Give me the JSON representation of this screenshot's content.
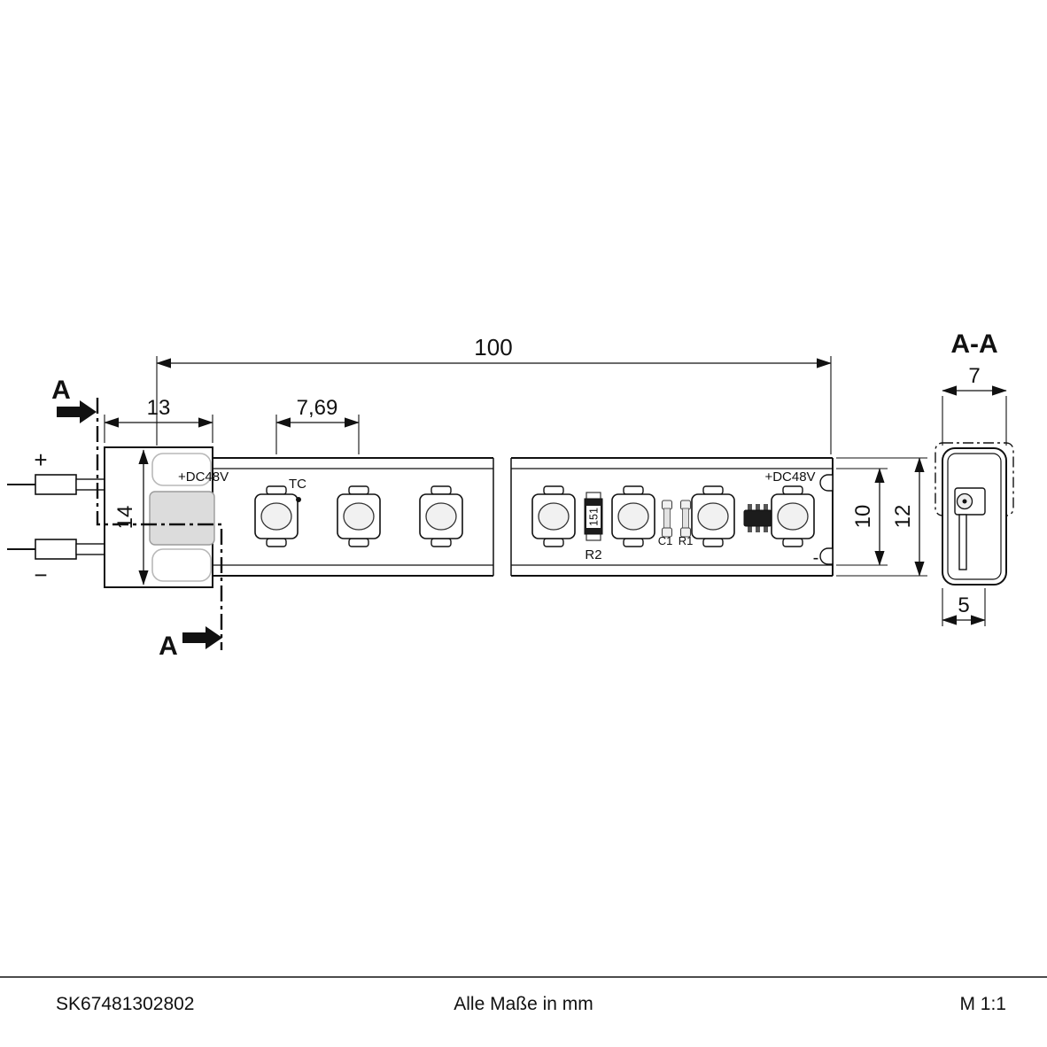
{
  "drawing": {
    "dimensions": {
      "length_total": "100",
      "connector_width": "13",
      "led_pitch": "7,69",
      "connector_height": "14",
      "pcb_width": "10",
      "profile_width": "12",
      "section_width": "7",
      "section_depth": "5"
    },
    "section": {
      "label": "A",
      "view_label": "A-A"
    },
    "polarity": {
      "plus": "+",
      "minus": "−"
    },
    "strip_labels": {
      "dc_left": "+DC48V",
      "dc_right": "+DC48V",
      "minus_right": "-",
      "tc": "TC",
      "r2": "R2",
      "c1": "C1",
      "r1": "R1",
      "resistor_code": "151"
    },
    "footer": {
      "part_number": "SK67481302802",
      "units_note": "Alle Maße in mm",
      "scale": "M 1:1"
    }
  }
}
